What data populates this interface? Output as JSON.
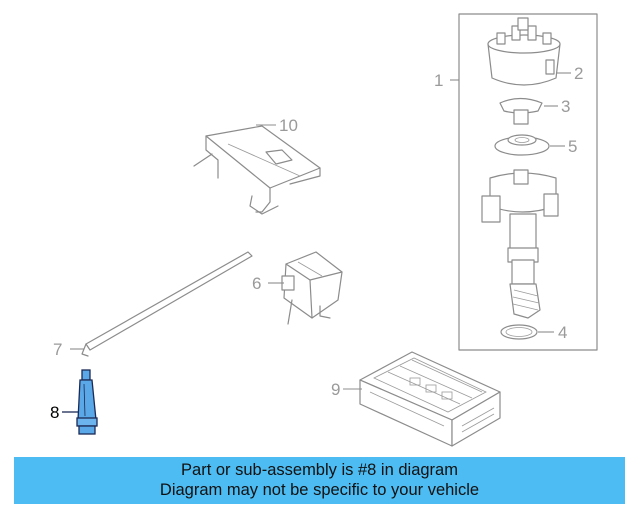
{
  "callouts": {
    "c1": "1",
    "c2": "2",
    "c3": "3",
    "c4": "4",
    "c5": "5",
    "c6": "6",
    "c7": "7",
    "c8": "8",
    "c9": "9",
    "c10": "10"
  },
  "highlighted_part": "8",
  "colors": {
    "banner_background": "#4dbcf2",
    "highlight_part": "#5aa8e8",
    "line_art": "#8c8c8c"
  },
  "banner": {
    "line1": "Part or sub-assembly is #8 in diagram",
    "line2": "Diagram may not be specific to your vehicle"
  }
}
